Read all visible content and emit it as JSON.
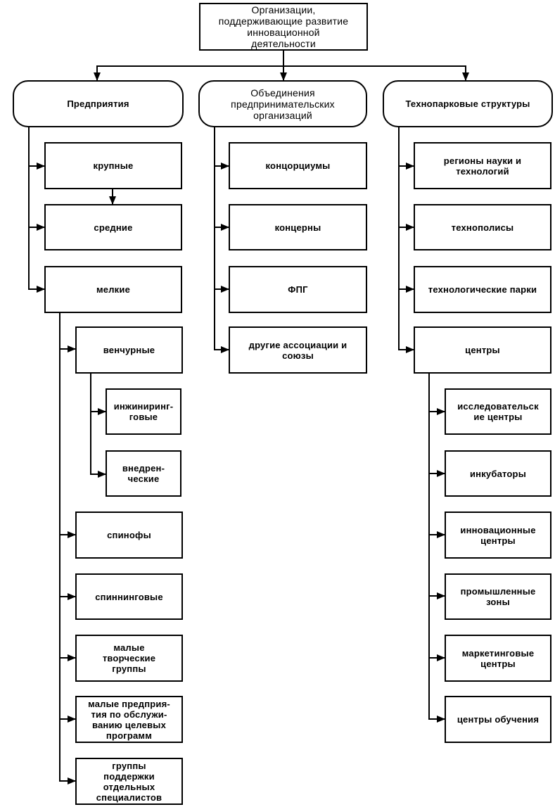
{
  "diagram": {
    "root": "Организации,\nподдерживающие развитие\nинновационной\nдеятельности",
    "categories": {
      "enterprises": "Предприятия",
      "associations": "Объединения\nпредпринимательских\nорганизаций",
      "technopark": "Технопарковые структуры"
    },
    "enterprises": {
      "large": "крупные",
      "medium": "средние",
      "small": "мелкие",
      "small_types": {
        "venture": "венчурные",
        "venture_types": {
          "engineering": "инжиниринг-\nговые",
          "implementation": "внедрен-\nческие"
        },
        "spinoffs": "спинофы",
        "spinning": "спиннинговые",
        "creative_groups": "малые\nтворческие\nгруппы",
        "target_programs": "малые предприя-\nтия по обслужи-\nванию целевых\nпрограмм",
        "specialist_support": "группы\nподдержки\nотдельных\nспециалистов"
      }
    },
    "associations": {
      "consortia": "концорциумы",
      "concerns": "концерны",
      "fpg": "ФПГ",
      "other": "другие ассоциации и\nсоюзы"
    },
    "technopark": {
      "regions": "регионы науки и\nтехнологий",
      "technopolises": "технополисы",
      "tech_parks": "технологические парки",
      "centers": "центры",
      "center_types": {
        "research": "исследовательск\nие центры",
        "incubators": "инкубаторы",
        "innovation": "инновационные\nцентры",
        "industrial": "промышленные\nзоны",
        "marketing": "маркетинговые\nцентры",
        "training": "центры обучения"
      }
    }
  }
}
